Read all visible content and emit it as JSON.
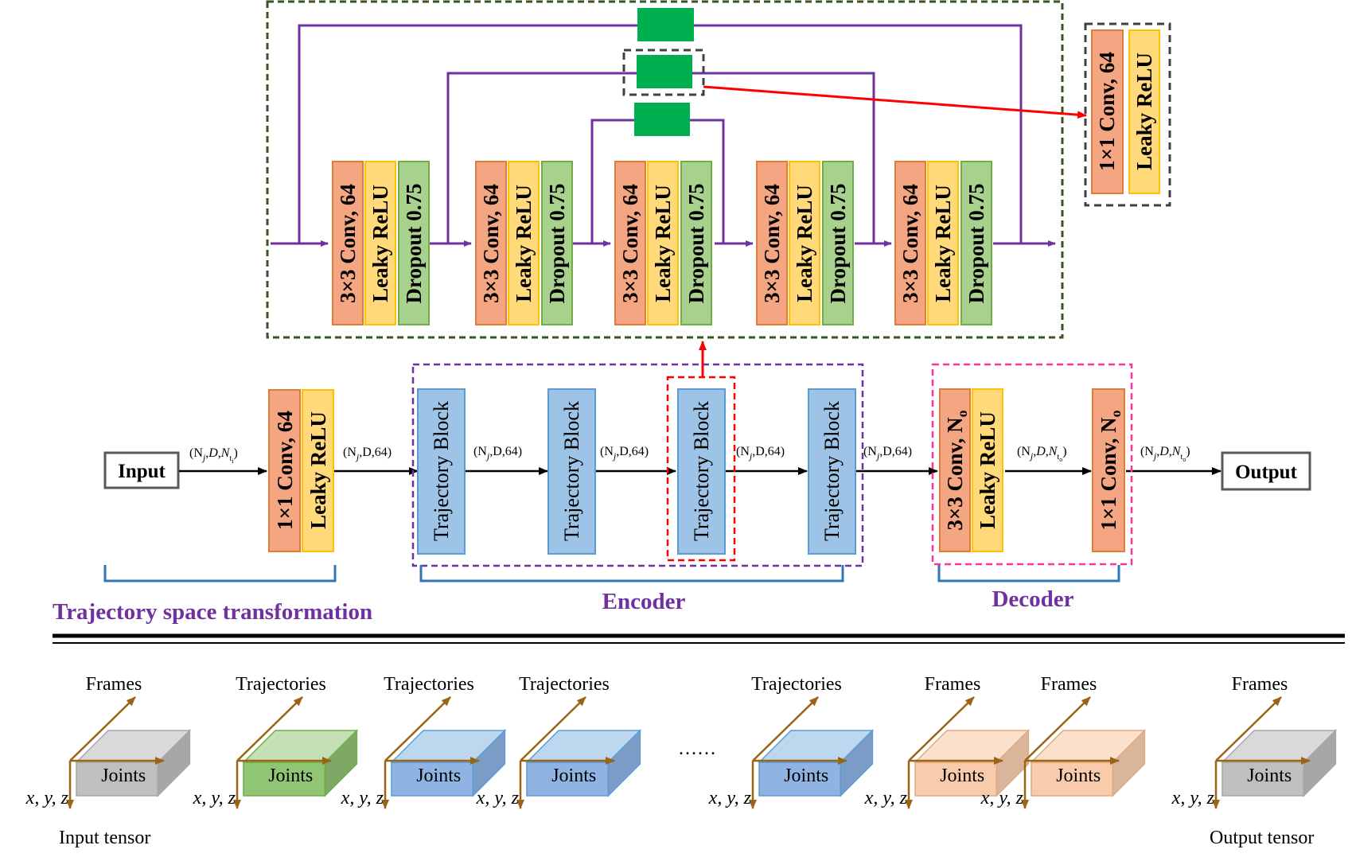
{
  "detail_block": {
    "conv_label": "3×3 Conv, 64",
    "relu_label": "Leaky ReLU",
    "dropout_label": "Dropout 0.75"
  },
  "side_block": {
    "conv_label": "1×1 Conv, 64",
    "relu_label": "Leaky ReLU"
  },
  "pipeline": {
    "input_label": "Input",
    "output_label": "Output",
    "tst_conv_label": "1×1 Conv, 64",
    "tst_relu_label": "Leaky ReLU",
    "trajectory_block_label": "Trajectory Block",
    "dec_conv_label": "3×3 Conv, N",
    "dec_conv_sub": "o",
    "dec_relu_label": "Leaky ReLU",
    "dec_final_label": "1×1 Conv, N",
    "dec_final_sub": "o"
  },
  "dims": {
    "after_input": "(N",
    "dim_64": "(N",
    "n_label": "D,64)"
  },
  "sections": {
    "tst": "Trajectory space transformation",
    "encoder": "Encoder",
    "decoder": "Decoder"
  },
  "tensors": {
    "frames": "Frames",
    "trajectories": "Trajectories",
    "joints": "Joints",
    "xyz": "x, y, z",
    "ellipsis": "……",
    "input_caption": "Input tensor",
    "output_caption": "Output tensor"
  },
  "colors": {
    "conv": "#f4a582",
    "relu": "#ffd97a",
    "dropout": "#a9d18e",
    "traj_block": "#9dc3e6",
    "green_box": "#00b050",
    "purple": "#7030a0",
    "red": "#ff0000",
    "bracket": "#2e75b6",
    "tensor_axis": "#996515"
  }
}
